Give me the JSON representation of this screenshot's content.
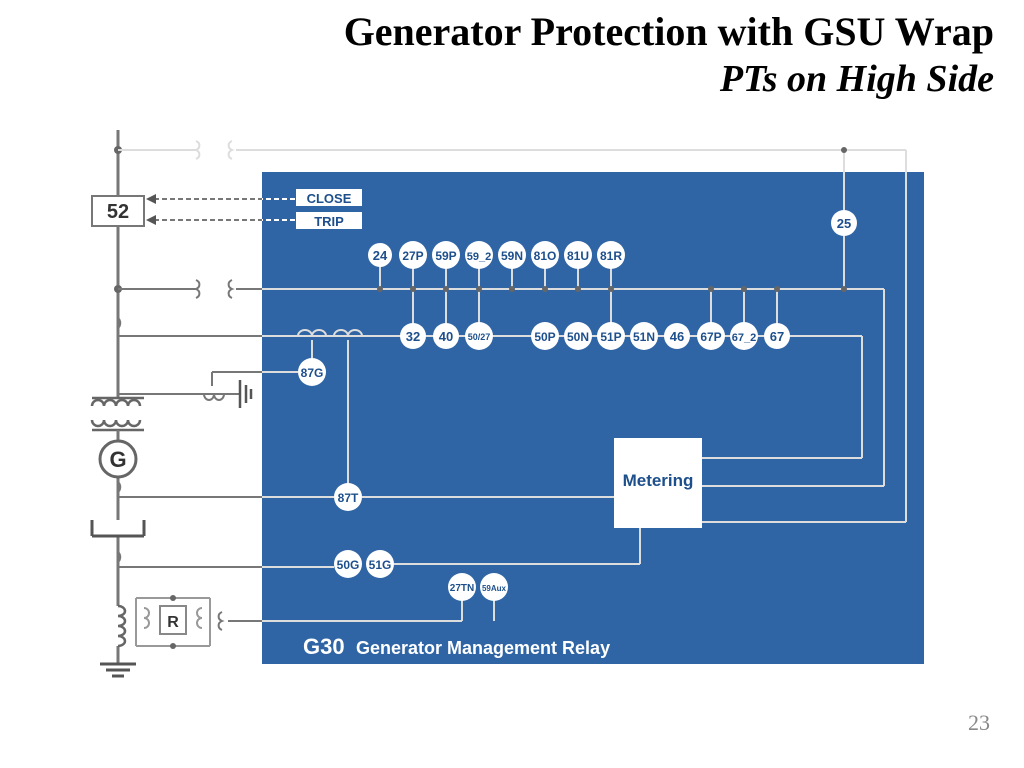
{
  "slide": {
    "title": "Generator Protection with GSU Wrap",
    "subtitle": "PTs on High Side",
    "page_number": "23"
  },
  "diagram": {
    "breaker_label": "52",
    "close_label": "CLOSE",
    "trip_label": "TRIP",
    "generator_label": "G",
    "resistor_label": "R",
    "metering_label": "Metering",
    "relay_model": "G30",
    "relay_name": "Generator Management Relay",
    "devices": {
      "d25": "25",
      "d24": "24",
      "d27p": "27P",
      "d59p": "59P",
      "d59_2": "59_2",
      "d59n": "59N",
      "d81o": "81O",
      "d81u": "81U",
      "d81r": "81R",
      "d32": "32",
      "d40": "40",
      "d50_27": "50/27",
      "d50p": "50P",
      "d50n": "50N",
      "d51p": "51P",
      "d51n": "51N",
      "d46": "46",
      "d67p": "67P",
      "d67_2": "67_2",
      "d67": "67",
      "d87g": "87G",
      "d87t": "87T",
      "d50g": "50G",
      "d51g": "51G",
      "d27tn": "27TN",
      "d59aux": "59Aux"
    },
    "colors": {
      "relay_blue": "#2f65a5",
      "line_gray": "#777777",
      "line_light": "#dddddd"
    }
  }
}
